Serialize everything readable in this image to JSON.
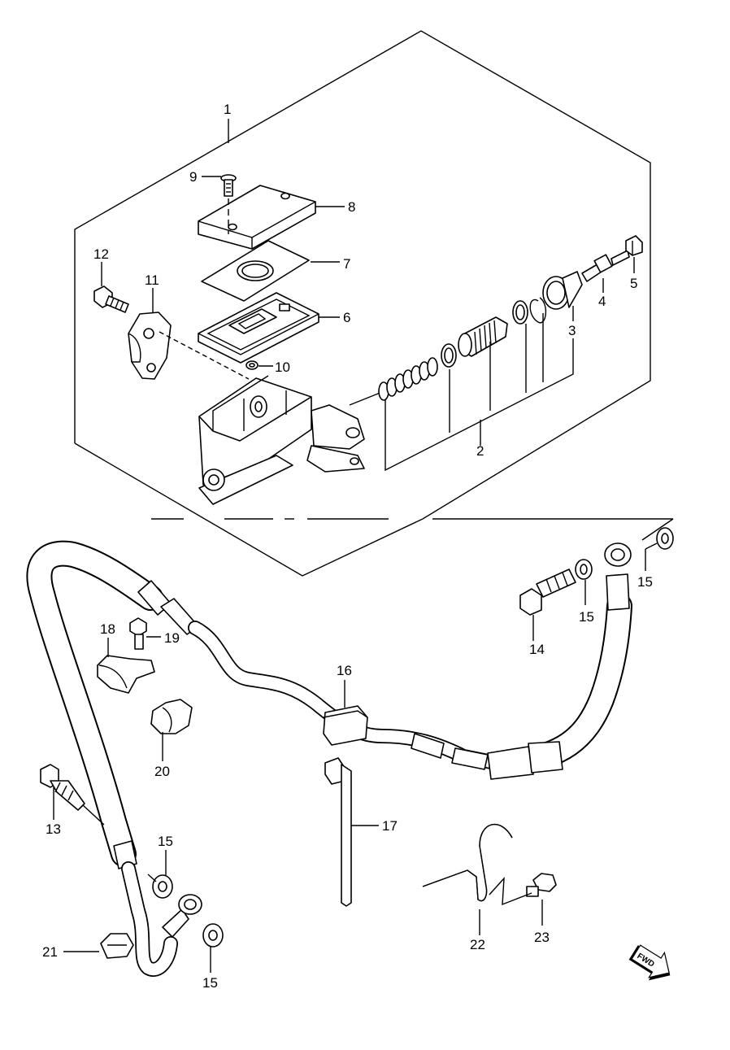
{
  "labels": {
    "l1": "1",
    "l2": "2",
    "l3": "3",
    "l4": "4",
    "l5": "5",
    "l6": "6",
    "l7": "7",
    "l8": "8",
    "l9": "9",
    "l10": "10",
    "l11": "11",
    "l12": "12",
    "l13": "13",
    "l14": "14",
    "l15a": "15",
    "l15b": "15",
    "l15c": "15",
    "l15d": "15",
    "l16": "16",
    "l17": "17",
    "l18": "18",
    "l19": "19",
    "l20": "20",
    "l21": "21",
    "l22": "22",
    "l23": "23"
  },
  "fwd_badge": "FWD"
}
